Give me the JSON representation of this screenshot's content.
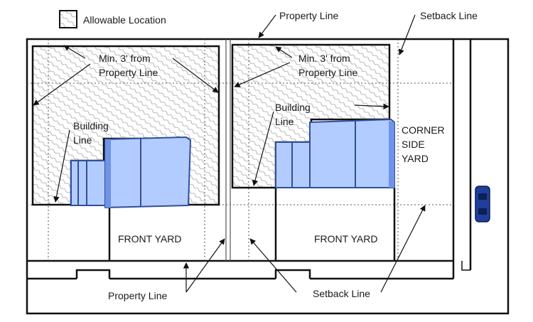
{
  "legend": {
    "label": "Allowable Location"
  },
  "labels": {
    "property_line_top": "Property Line",
    "setback_line_top": "Setback Line",
    "min_3ft_left_1": "Min. 3' from",
    "min_3ft_left_2": "Property Line",
    "min_3ft_right_1": "Min. 3' from",
    "min_3ft_right_2": "Property Line",
    "building_line_left_1": "Building",
    "building_line_left_2": "Line",
    "building_line_right_1": "Building",
    "building_line_right_2": "Line",
    "corner_side_yard_1": "CORNER",
    "corner_side_yard_2": "SIDE",
    "corner_side_yard_3": "YARD",
    "front_yard_left": "FRONT YARD",
    "front_yard_right": "FRONT YARD",
    "property_line_bottom": "Property Line",
    "setback_line_bottom": "Setback Line"
  },
  "colors": {
    "building_fill": "#b3ccff",
    "building_stroke": "#2f4f9e",
    "building_shade": "#6f93e6",
    "hatch": "#b8b8b8",
    "line": "#111111",
    "dotted": "#555555",
    "car": "#1f3f9a"
  }
}
